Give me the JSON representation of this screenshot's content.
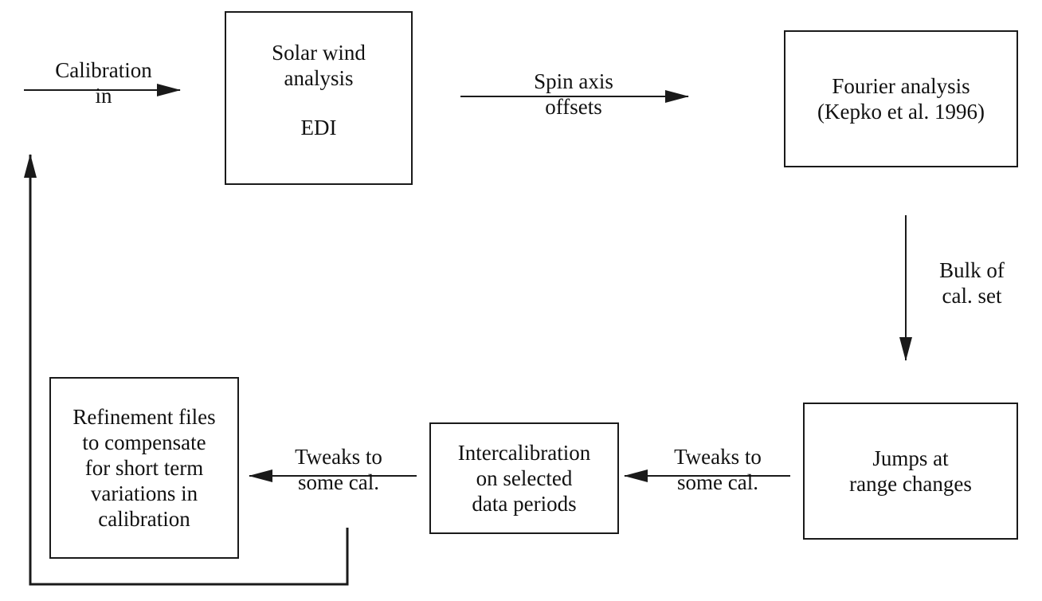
{
  "boxes": {
    "solar_wind": {
      "lines": [
        "Solar wind",
        "analysis"
      ],
      "sub": "EDI"
    },
    "fourier": {
      "lines": [
        "Fourier analysis",
        "(Kepko et al. 1996)"
      ]
    },
    "jumps": {
      "lines": [
        "Jumps at",
        "range changes"
      ]
    },
    "intercalibration": {
      "lines": [
        "Intercalibration",
        "on selected",
        "data periods"
      ]
    },
    "refinement": {
      "lines": [
        "Refinement files",
        "to compensate",
        "for short term",
        "variations in",
        "calibration"
      ]
    }
  },
  "labels": {
    "calibration_in": [
      "Calibration",
      "in"
    ],
    "spin_axis": [
      "Spin axis",
      "offsets"
    ],
    "bulk": [
      "Bulk of",
      "cal. set"
    ],
    "tweaks_right": [
      "Tweaks to",
      "some cal."
    ],
    "tweaks_left": [
      "Tweaks to",
      "some cal."
    ]
  },
  "colors": {
    "stroke": "#1a1a1a",
    "text": "#111111",
    "background": "#ffffff"
  }
}
